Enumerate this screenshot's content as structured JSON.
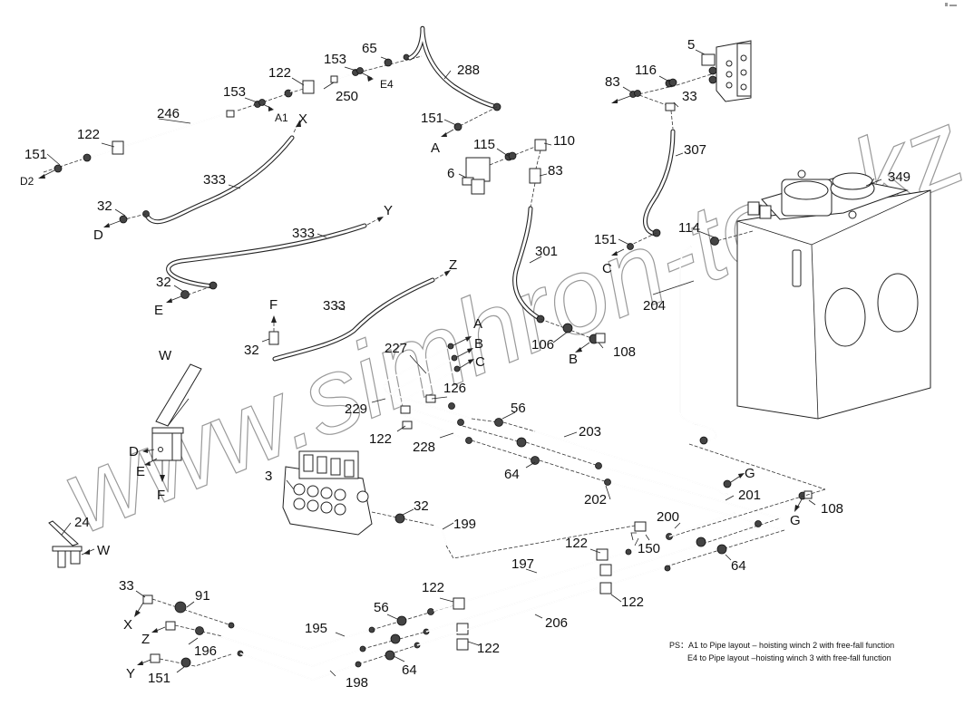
{
  "diagram": {
    "title": "Hydraulic pipe layout – pilot control lines",
    "watermark": "www.simhron-too.kz",
    "part_labels": [
      {
        "id": "p151-d2",
        "text": "151"
      },
      {
        "id": "p122-a",
        "text": "122"
      },
      {
        "id": "p246",
        "text": "246"
      },
      {
        "id": "p153-a",
        "text": "153"
      },
      {
        "id": "p122-b",
        "text": "122"
      },
      {
        "id": "p153-b",
        "text": "153"
      },
      {
        "id": "p65",
        "text": "65"
      },
      {
        "id": "p250",
        "text": "250"
      },
      {
        "id": "p288",
        "text": "288"
      },
      {
        "id": "p151-a",
        "text": "151"
      },
      {
        "id": "p115",
        "text": "115"
      },
      {
        "id": "p110",
        "text": "110"
      },
      {
        "id": "p6",
        "text": "6"
      },
      {
        "id": "p83-a",
        "text": "83"
      },
      {
        "id": "p5",
        "text": "5"
      },
      {
        "id": "p116",
        "text": "116"
      },
      {
        "id": "p83-b",
        "text": "83"
      },
      {
        "id": "p33-a",
        "text": "33"
      },
      {
        "id": "p307",
        "text": "307"
      },
      {
        "id": "p349",
        "text": "349"
      },
      {
        "id": "p114",
        "text": "114"
      },
      {
        "id": "p151-c",
        "text": "151"
      },
      {
        "id": "p301",
        "text": "301"
      },
      {
        "id": "p204",
        "text": "204"
      },
      {
        "id": "p106",
        "text": "106"
      },
      {
        "id": "p108-a",
        "text": "108"
      },
      {
        "id": "p333-a",
        "text": "333"
      },
      {
        "id": "p32-d",
        "text": "32"
      },
      {
        "id": "p333-b",
        "text": "333"
      },
      {
        "id": "p32-e",
        "text": "32"
      },
      {
        "id": "p333-c",
        "text": "333"
      },
      {
        "id": "p32-f",
        "text": "32"
      },
      {
        "id": "p227",
        "text": "227"
      },
      {
        "id": "p126",
        "text": "126"
      },
      {
        "id": "p229",
        "text": "229"
      },
      {
        "id": "p56-a",
        "text": "56"
      },
      {
        "id": "p122-c",
        "text": "122"
      },
      {
        "id": "p228",
        "text": "228"
      },
      {
        "id": "p203",
        "text": "203"
      },
      {
        "id": "p64-a",
        "text": "64"
      },
      {
        "id": "p3",
        "text": "3"
      },
      {
        "id": "p32-g",
        "text": "32"
      },
      {
        "id": "p199",
        "text": "199"
      },
      {
        "id": "p202",
        "text": "202"
      },
      {
        "id": "p201",
        "text": "201"
      },
      {
        "id": "p108-b",
        "text": "108"
      },
      {
        "id": "p200",
        "text": "200"
      },
      {
        "id": "p150",
        "text": "150"
      },
      {
        "id": "p122-d",
        "text": "122"
      },
      {
        "id": "p197",
        "text": "197"
      },
      {
        "id": "p64-b",
        "text": "64"
      },
      {
        "id": "p122-e",
        "text": "122"
      },
      {
        "id": "p206",
        "text": "206"
      },
      {
        "id": "p122-f",
        "text": "122"
      },
      {
        "id": "p24",
        "text": "24"
      },
      {
        "id": "p33-b",
        "text": "33"
      },
      {
        "id": "p91",
        "text": "91"
      },
      {
        "id": "p56-b",
        "text": "56"
      },
      {
        "id": "p122-g",
        "text": "122"
      },
      {
        "id": "p195",
        "text": "195"
      },
      {
        "id": "p196",
        "text": "196"
      },
      {
        "id": "p151-y",
        "text": "151"
      },
      {
        "id": "p198",
        "text": "198"
      },
      {
        "id": "p64-c",
        "text": "64"
      }
    ],
    "port_labels": [
      {
        "id": "d2",
        "text": "D2"
      },
      {
        "id": "a1",
        "text": "A1"
      },
      {
        "id": "e4",
        "text": "E4"
      },
      {
        "id": "x-top",
        "text": "X"
      },
      {
        "id": "a-top",
        "text": "A"
      },
      {
        "id": "c-right",
        "text": "C"
      },
      {
        "id": "c-mid",
        "text": "C"
      },
      {
        "id": "d-left",
        "text": "D"
      },
      {
        "id": "y-mid",
        "text": "Y"
      },
      {
        "id": "e-left",
        "text": "E"
      },
      {
        "id": "z-mid",
        "text": "Z"
      },
      {
        "id": "f-mid",
        "text": "F"
      },
      {
        "id": "a-227",
        "text": "A"
      },
      {
        "id": "b-227",
        "text": "B"
      },
      {
        "id": "c-227",
        "text": "C"
      },
      {
        "id": "b-108",
        "text": "B"
      },
      {
        "id": "w-top",
        "text": "W"
      },
      {
        "id": "d-pedal",
        "text": "D"
      },
      {
        "id": "e-pedal",
        "text": "E"
      },
      {
        "id": "f-pedal",
        "text": "F"
      },
      {
        "id": "w-24",
        "text": "W"
      },
      {
        "id": "g-203",
        "text": "G"
      },
      {
        "id": "g-108",
        "text": "G"
      },
      {
        "id": "x-bottom",
        "text": "X"
      },
      {
        "id": "z-bottom",
        "text": "Z"
      },
      {
        "id": "y-bottom",
        "text": "Y"
      }
    ],
    "notes": {
      "line1": "PS：A1 to Pipe layout – hoisting winch 2 with free-fall function",
      "line2": "E4 to Pipe layout –hoisting winch 3 with free-fall function"
    }
  }
}
